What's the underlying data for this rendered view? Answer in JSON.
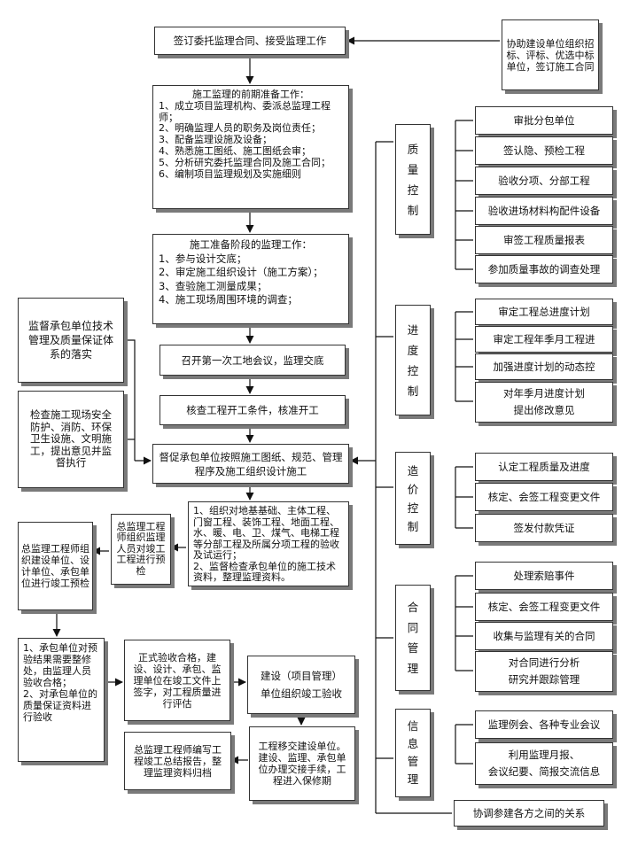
{
  "main_flow": {
    "sign_contract": "签订委托监理合同、接受监理工作",
    "pre_preparation": [
      "施工监理的前期准备工作：",
      "1、成立项目监理机构、委派总监理工程师；",
      "2、明确监理人员的职务及岗位责任；",
      "3、配备监理设施及设备；",
      "4、熟悉施工图纸、施工图纸会审；",
      "5、分析研究委托监理合同及施工合同；",
      "6、编制项目监理规划及实施细则"
    ],
    "prep_stage": [
      "施工准备阶段的监理工作：",
      "1、参与设计交底；",
      "2、审定施工组织设计（施工方案）；",
      "3、查验施工测量成果；",
      "4、施工现场周围环境的调查；"
    ],
    "first_meeting": "召开第一次工地会议，监理交底",
    "check_start": "核查工程开工条件，核准开工",
    "urge_contractor": "督促承包单位按照施工图纸、规范、管理程序及施工组织设计施工",
    "acceptance_work": [
      "1、组织对地基基础、主体工程、门窗工程、装饰工程、地面工程、水、暖、电、卫、煤气、电梯工程等分部工程及所属分项工程的验收及试运行；",
      "2、监督检查承包单位的施工技术资料，整理监理资料。"
    ],
    "chief_check": "总监理工程师组织监理人员对竣工工程进行预检",
    "chief_organize": "总监理工程师组织建设单位、设计单位、承包单位进行竣工预检",
    "pre_inspect": [
      "1、承包单位对预验结果需要整修处，由监理人员验收合格；",
      "2、对承包单位的质量保证资料进行验收"
    ],
    "formal_accept": "正式验收合格，建设、设计、承包、监理单位在竣工文件上签字，对工程质量进行评估",
    "owner_accept": [
      "建设（项目管理）",
      "单位组织竣工验收"
    ],
    "handover": "工程移交建设单位。建设、监理、承包单位办理交接手续，工程进入保修期",
    "summary_report": "总监理工程师编写工程竣工总结报告，整理监理资料归档"
  },
  "side_notes": {
    "assist": "协助建设单位组织招标、评标、优选中标单位，签订施工合同",
    "supervise_system": "监督承包单位技术管理及质量保证体系的落实",
    "check_safety": "检查施工现场安全防护、消防、环保卫生设施、文明施工，提出意见并监督执行"
  },
  "control": {
    "quality": {
      "label": [
        "质",
        "量",
        "控",
        "制"
      ],
      "items": [
        "审批分包单位",
        "签认隐、预检工程",
        "验收分项、分部工程",
        "验收进场材料构配件设备",
        "审签工程质量报表",
        "参加质量事故的调查处理"
      ]
    },
    "schedule": {
      "label": [
        "进",
        "度",
        "控",
        "制"
      ],
      "items": [
        "审定工程总进度计划",
        "审定工程年季月工程进",
        "加强进度计划的动态控",
        "对年季月进度计划\n提出修改意见"
      ]
    },
    "cost": {
      "label": [
        "造",
        "价",
        "控",
        "制"
      ],
      "items": [
        "认定工程质量及进度",
        "核定、会签工程变更文件",
        "签发付款凭证"
      ]
    },
    "contract": {
      "label": [
        "合",
        "同",
        "管",
        "理"
      ],
      "items": [
        "处理索赔事件",
        "核定、会签工程变更文件",
        "收集与监理有关的合同",
        "对合同进行分析\n研究并跟踪管理"
      ]
    },
    "info": {
      "label": [
        "信",
        "息",
        "管",
        "理"
      ],
      "items": [
        "监理例会、各种专业会议",
        "利用监理月报、\n会议纪要、简报交流信息"
      ]
    },
    "coordinate": "协调参建各方之间的关系"
  }
}
